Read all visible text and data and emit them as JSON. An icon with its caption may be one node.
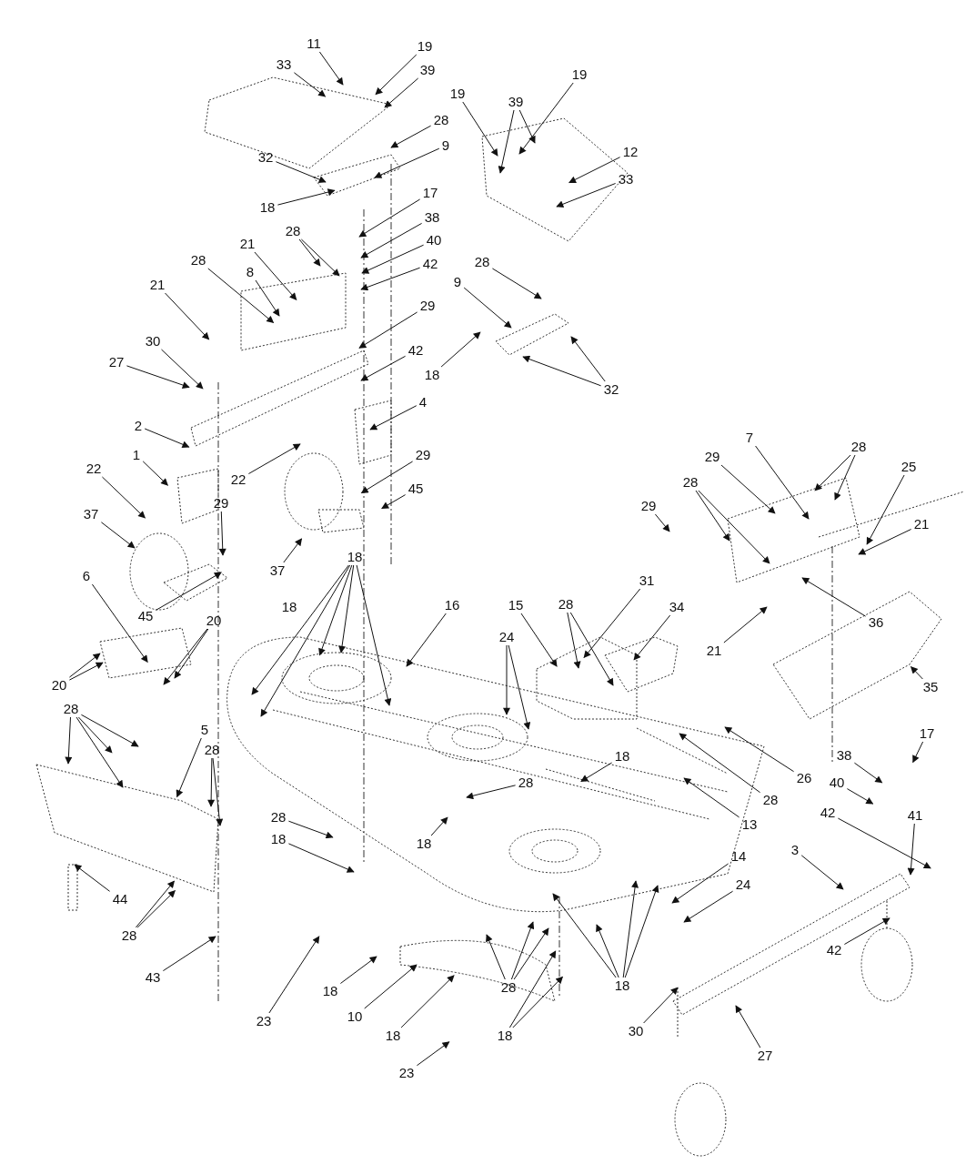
{
  "diagram": {
    "nodes": [
      {
        "text": [
          "11"
        ]
      },
      {
        "text": [
          "19"
        ]
      },
      {
        "text": [
          "33"
        ]
      },
      {
        "text": [
          "39"
        ]
      },
      {
        "text": [
          "19"
        ]
      },
      {
        "text": [
          "19"
        ]
      },
      {
        "text": [
          "39"
        ]
      },
      {
        "text": [
          "28"
        ]
      },
      {
        "text": [
          "9"
        ]
      },
      {
        "text": [
          "12"
        ]
      },
      {
        "text": [
          "32"
        ]
      },
      {
        "text": [
          "33"
        ]
      },
      {
        "text": [
          "17"
        ]
      },
      {
        "text": [
          "18"
        ]
      },
      {
        "text": [
          "38"
        ]
      },
      {
        "text": [
          "28"
        ]
      },
      {
        "text": [
          "21"
        ]
      },
      {
        "text": [
          "40"
        ]
      },
      {
        "text": [
          "28"
        ]
      },
      {
        "text": [
          "28"
        ]
      },
      {
        "text": [
          "42"
        ]
      },
      {
        "text": [
          "8"
        ]
      },
      {
        "text": [
          "9"
        ]
      },
      {
        "text": [
          "21"
        ]
      },
      {
        "text": [
          "29"
        ]
      },
      {
        "text": [
          "30"
        ]
      },
      {
        "text": [
          "42"
        ]
      },
      {
        "text": [
          "27"
        ]
      },
      {
        "text": [
          "18"
        ]
      },
      {
        "text": [
          "32"
        ]
      },
      {
        "text": [
          "4"
        ]
      },
      {
        "text": [
          "2"
        ]
      },
      {
        "text": [
          "7"
        ]
      },
      {
        "text": [
          "28"
        ]
      },
      {
        "text": [
          "1"
        ]
      },
      {
        "text": [
          "29"
        ]
      },
      {
        "text": [
          "29"
        ]
      },
      {
        "text": [
          "25"
        ]
      },
      {
        "text": [
          "22"
        ]
      },
      {
        "text": [
          "22"
        ]
      },
      {
        "text": [
          "28"
        ]
      },
      {
        "text": [
          "45"
        ]
      },
      {
        "text": [
          "29"
        ]
      },
      {
        "text": [
          "29"
        ]
      },
      {
        "text": [
          "37"
        ]
      },
      {
        "text": [
          "21"
        ]
      },
      {
        "text": [
          "18"
        ]
      },
      {
        "text": [
          "37"
        ]
      },
      {
        "text": [
          "6"
        ]
      },
      {
        "text": [
          "31"
        ]
      },
      {
        "text": [
          "15"
        ]
      },
      {
        "text": [
          "28"
        ]
      },
      {
        "text": [
          "16"
        ]
      },
      {
        "text": [
          "34"
        ]
      },
      {
        "text": [
          "45"
        ]
      },
      {
        "text": [
          "20"
        ]
      },
      {
        "text": [
          "36"
        ]
      },
      {
        "text": [
          "24"
        ]
      },
      {
        "text": [
          "21"
        ]
      },
      {
        "text": [
          "20"
        ]
      },
      {
        "text": [
          "35"
        ]
      },
      {
        "text": [
          "28"
        ]
      },
      {
        "text": [
          "5"
        ]
      },
      {
        "text": [
          "17"
        ]
      },
      {
        "text": [
          "28"
        ]
      },
      {
        "text": [
          "18"
        ]
      },
      {
        "text": [
          "38"
        ]
      },
      {
        "text": [
          "26"
        ]
      },
      {
        "text": [
          "28"
        ]
      },
      {
        "text": [
          "40"
        ]
      },
      {
        "text": [
          "28"
        ]
      },
      {
        "text": [
          "42"
        ]
      },
      {
        "text": [
          "28"
        ]
      },
      {
        "text": [
          "41"
        ]
      },
      {
        "text": [
          "13"
        ]
      },
      {
        "text": [
          "18"
        ]
      },
      {
        "text": [
          "18"
        ]
      },
      {
        "text": [
          "3"
        ]
      },
      {
        "text": [
          "14"
        ]
      },
      {
        "text": [
          "24"
        ]
      },
      {
        "text": [
          "44"
        ]
      },
      {
        "text": [
          "28"
        ]
      },
      {
        "text": [
          "42"
        ]
      },
      {
        "text": [
          "43"
        ]
      },
      {
        "text": [
          "18"
        ]
      },
      {
        "text": [
          "28"
        ]
      },
      {
        "text": [
          "18"
        ]
      },
      {
        "text": [
          "10"
        ]
      },
      {
        "text": [
          "23"
        ]
      },
      {
        "text": [
          "30"
        ]
      },
      {
        "text": [
          "18"
        ]
      },
      {
        "text": [
          "18"
        ]
      },
      {
        "text": [
          "27"
        ]
      },
      {
        "text": [
          "23"
        ]
      }
    ],
    "edges": [
      {
        "from": 0,
        "to": null,
        "arrow": "to"
      },
      {
        "from": 1,
        "to": null,
        "arrow": "to"
      },
      {
        "from": 2,
        "to": null,
        "arrow": "to"
      },
      {
        "from": 3,
        "to": null,
        "arrow": "to"
      },
      {
        "from": 4,
        "to": null,
        "arrow": "to"
      },
      {
        "from": 5,
        "to": null,
        "arrow": "to"
      },
      {
        "from": 6,
        "to": null,
        "arrow": "to"
      },
      {
        "from": 6,
        "to": null,
        "arrow": "to"
      },
      {
        "from": 7,
        "to": null,
        "arrow": "to"
      },
      {
        "from": 8,
        "to": null,
        "arrow": "to"
      },
      {
        "from": 9,
        "to": null,
        "arrow": "to"
      },
      {
        "from": 10,
        "to": null,
        "arrow": "to"
      },
      {
        "from": 11,
        "to": null,
        "arrow": "to"
      },
      {
        "from": 12,
        "to": null,
        "arrow": "to"
      },
      {
        "from": 13,
        "to": null,
        "arrow": "to"
      },
      {
        "from": 14,
        "to": null,
        "arrow": "to"
      },
      {
        "from": 15,
        "to": null,
        "arrow": "to"
      },
      {
        "from": 15,
        "to": null,
        "arrow": "to"
      },
      {
        "from": 16,
        "to": null,
        "arrow": "to"
      },
      {
        "from": 17,
        "to": null,
        "arrow": "to"
      },
      {
        "from": 18,
        "to": null,
        "arrow": "to"
      },
      {
        "from": 19,
        "to": null,
        "arrow": "to"
      },
      {
        "from": 20,
        "to": null,
        "arrow": "to"
      },
      {
        "from": 21,
        "to": null,
        "arrow": "to"
      },
      {
        "from": 22,
        "to": null,
        "arrow": "to"
      },
      {
        "from": 23,
        "to": null,
        "arrow": "to"
      },
      {
        "from": 24,
        "to": null,
        "arrow": "to"
      },
      {
        "from": 25,
        "to": null,
        "arrow": "to"
      },
      {
        "from": 26,
        "to": null,
        "arrow": "to"
      },
      {
        "from": 27,
        "to": null,
        "arrow": "to"
      },
      {
        "from": 28,
        "to": null,
        "arrow": "to"
      },
      {
        "from": 29,
        "to": null,
        "arrow": "to"
      },
      {
        "from": 29,
        "to": null,
        "arrow": "to"
      },
      {
        "from": 30,
        "to": null,
        "arrow": "to"
      },
      {
        "from": 31,
        "to": null,
        "arrow": "to"
      },
      {
        "from": 32,
        "to": null,
        "arrow": "to"
      },
      {
        "from": 33,
        "to": null,
        "arrow": "to"
      },
      {
        "from": 33,
        "to": null,
        "arrow": "to"
      },
      {
        "from": 34,
        "to": null,
        "arrow": "to"
      },
      {
        "from": 35,
        "to": null,
        "arrow": "to"
      },
      {
        "from": 36,
        "to": null,
        "arrow": "to"
      },
      {
        "from": 37,
        "to": null,
        "arrow": "to"
      },
      {
        "from": 38,
        "to": null,
        "arrow": "to"
      },
      {
        "from": 39,
        "to": null,
        "arrow": "to"
      },
      {
        "from": 40,
        "to": null,
        "arrow": "to"
      },
      {
        "from": 40,
        "to": null,
        "arrow": "to"
      },
      {
        "from": 41,
        "to": null,
        "arrow": "to"
      },
      {
        "from": 42,
        "to": null,
        "arrow": "to"
      },
      {
        "from": 43,
        "to": null,
        "arrow": "to"
      },
      {
        "from": 44,
        "to": null,
        "arrow": "to"
      },
      {
        "from": 45,
        "to": null,
        "arrow": "to"
      },
      {
        "from": 46,
        "to": null,
        "arrow": "to"
      },
      {
        "from": 46,
        "to": null,
        "arrow": "to"
      },
      {
        "from": 46,
        "to": null,
        "arrow": "to"
      },
      {
        "from": 46,
        "to": null,
        "arrow": "to"
      },
      {
        "from": 46,
        "to": null,
        "arrow": "to"
      },
      {
        "from": 47,
        "to": null,
        "arrow": "to"
      },
      {
        "from": 48,
        "to": null,
        "arrow": "to"
      },
      {
        "from": 49,
        "to": null,
        "arrow": "to"
      },
      {
        "from": 50,
        "to": null,
        "arrow": "to"
      },
      {
        "from": 51,
        "to": null,
        "arrow": "to"
      },
      {
        "from": 51,
        "to": null,
        "arrow": "to"
      },
      {
        "from": 52,
        "to": null,
        "arrow": "to"
      },
      {
        "from": 53,
        "to": null,
        "arrow": "to"
      },
      {
        "from": 54,
        "to": null,
        "arrow": "to"
      },
      {
        "from": 55,
        "to": null,
        "arrow": "to"
      },
      {
        "from": 55,
        "to": null,
        "arrow": "to"
      },
      {
        "from": 56,
        "to": null,
        "arrow": "to"
      },
      {
        "from": 57,
        "to": null,
        "arrow": "to"
      },
      {
        "from": 57,
        "to": null,
        "arrow": "to"
      },
      {
        "from": 58,
        "to": null,
        "arrow": "to"
      },
      {
        "from": 59,
        "to": null,
        "arrow": "to"
      },
      {
        "from": 59,
        "to": null,
        "arrow": "to"
      },
      {
        "from": 60,
        "to": null,
        "arrow": "to"
      },
      {
        "from": 61,
        "to": null,
        "arrow": "to"
      },
      {
        "from": 61,
        "to": null,
        "arrow": "to"
      },
      {
        "from": 61,
        "to": null,
        "arrow": "to"
      },
      {
        "from": 61,
        "to": null,
        "arrow": "to"
      },
      {
        "from": 62,
        "to": null,
        "arrow": "to"
      },
      {
        "from": 63,
        "to": null,
        "arrow": "to"
      },
      {
        "from": 64,
        "to": null,
        "arrow": "to"
      },
      {
        "from": 64,
        "to": null,
        "arrow": "to"
      },
      {
        "from": 65,
        "to": null,
        "arrow": "to"
      },
      {
        "from": 66,
        "to": null,
        "arrow": "to"
      },
      {
        "from": 67,
        "to": null,
        "arrow": "to"
      },
      {
        "from": 68,
        "to": null,
        "arrow": "to"
      },
      {
        "from": 69,
        "to": null,
        "arrow": "to"
      },
      {
        "from": 70,
        "to": null,
        "arrow": "to"
      },
      {
        "from": 71,
        "to": null,
        "arrow": "to"
      },
      {
        "from": 72,
        "to": null,
        "arrow": "to"
      },
      {
        "from": 73,
        "to": null,
        "arrow": "to"
      },
      {
        "from": 74,
        "to": null,
        "arrow": "to"
      },
      {
        "from": 75,
        "to": null,
        "arrow": "to"
      },
      {
        "from": 76,
        "to": null,
        "arrow": "to"
      },
      {
        "from": 77,
        "to": null,
        "arrow": "to"
      },
      {
        "from": 78,
        "to": null,
        "arrow": "to"
      },
      {
        "from": 79,
        "to": null,
        "arrow": "to"
      },
      {
        "from": 80,
        "to": null,
        "arrow": "to"
      },
      {
        "from": 81,
        "to": null,
        "arrow": "to"
      },
      {
        "from": 81,
        "to": null,
        "arrow": "to"
      },
      {
        "from": 82,
        "to": null,
        "arrow": "to"
      },
      {
        "from": 83,
        "to": null,
        "arrow": "to"
      },
      {
        "from": 84,
        "to": null,
        "arrow": "to"
      },
      {
        "from": 84,
        "to": null,
        "arrow": "to"
      },
      {
        "from": 84,
        "to": null,
        "arrow": "to"
      },
      {
        "from": 84,
        "to": null,
        "arrow": "to"
      },
      {
        "from": 85,
        "to": null,
        "arrow": "to"
      },
      {
        "from": 85,
        "to": null,
        "arrow": "to"
      },
      {
        "from": 85,
        "to": null,
        "arrow": "to"
      },
      {
        "from": 86,
        "to": null,
        "arrow": "to"
      },
      {
        "from": 87,
        "to": null,
        "arrow": "to"
      },
      {
        "from": 88,
        "to": null,
        "arrow": "to"
      },
      {
        "from": 89,
        "to": null,
        "arrow": "to"
      },
      {
        "from": 90,
        "to": null,
        "arrow": "to"
      },
      {
        "from": 90,
        "to": null,
        "arrow": "to"
      },
      {
        "from": 91,
        "to": null,
        "arrow": "to"
      },
      {
        "from": 92,
        "to": null,
        "arrow": "to"
      },
      {
        "from": 93,
        "to": null,
        "arrow": "to"
      }
    ],
    "labels": [
      "18"
    ]
  }
}
